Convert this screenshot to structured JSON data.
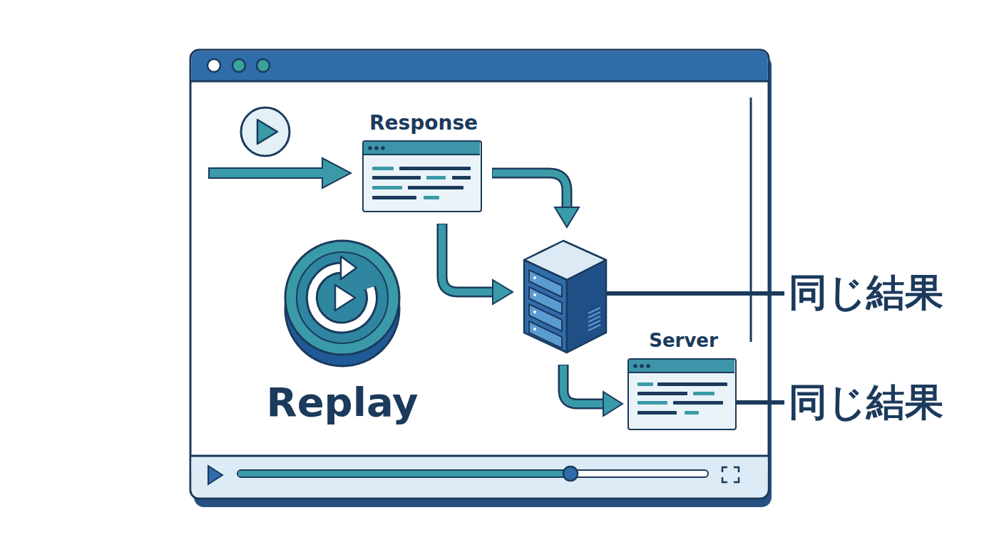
{
  "diagram": {
    "nodes": [
      {
        "text": [
          "Response"
        ]
      },
      {
        "text": [
          "Replay"
        ]
      },
      {
        "text": [
          "Server"
        ]
      }
    ],
    "labels": [
      "同じ結果",
      "同じ結果"
    ]
  }
}
